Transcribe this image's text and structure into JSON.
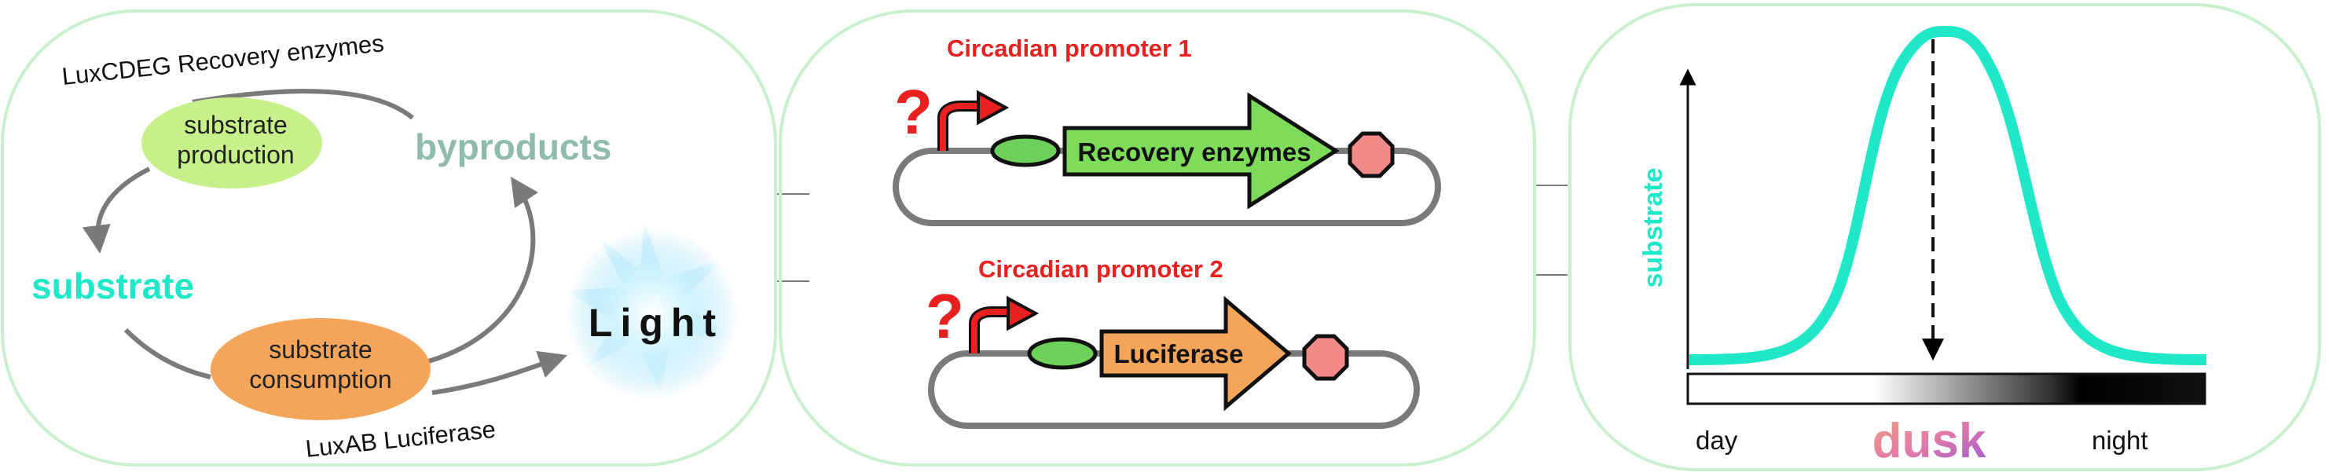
{
  "panel1": {
    "recovery_label": "LuxCDEG Recovery enzymes",
    "production_label": [
      "substrate",
      "production"
    ],
    "byproducts_label": "byproducts",
    "substrate_label": "substrate",
    "consumption_label": [
      "substrate",
      "consumption"
    ],
    "light_label": "Light",
    "luciferase_label": "LuxAB Luciferase"
  },
  "panel2": {
    "promoter1_label": "Circadian promoter 1",
    "gene1_label": "Recovery enzymes",
    "promoter2_label": "Circadian promoter 2",
    "gene2_label": "Luciferase",
    "unknown_mark": "?"
  },
  "panel3": {
    "y_axis_label": "substrate",
    "day_label": "day",
    "dusk_label": "dusk",
    "night_label": "night"
  },
  "colors": {
    "panel_border": "#c9f0cc",
    "cyan": "#1ee8c8",
    "green_ellipse": "#c8f08a",
    "orange_ellipse": "#f4a55a",
    "byproducts": "#8fbcaa",
    "red": "#e82020",
    "gene_green": "#7edc5a",
    "gene_orange": "#f4a55a",
    "terminator": "#f28a88",
    "rbs": "#6cd05a",
    "arrow_gray": "#7a7a7a"
  }
}
